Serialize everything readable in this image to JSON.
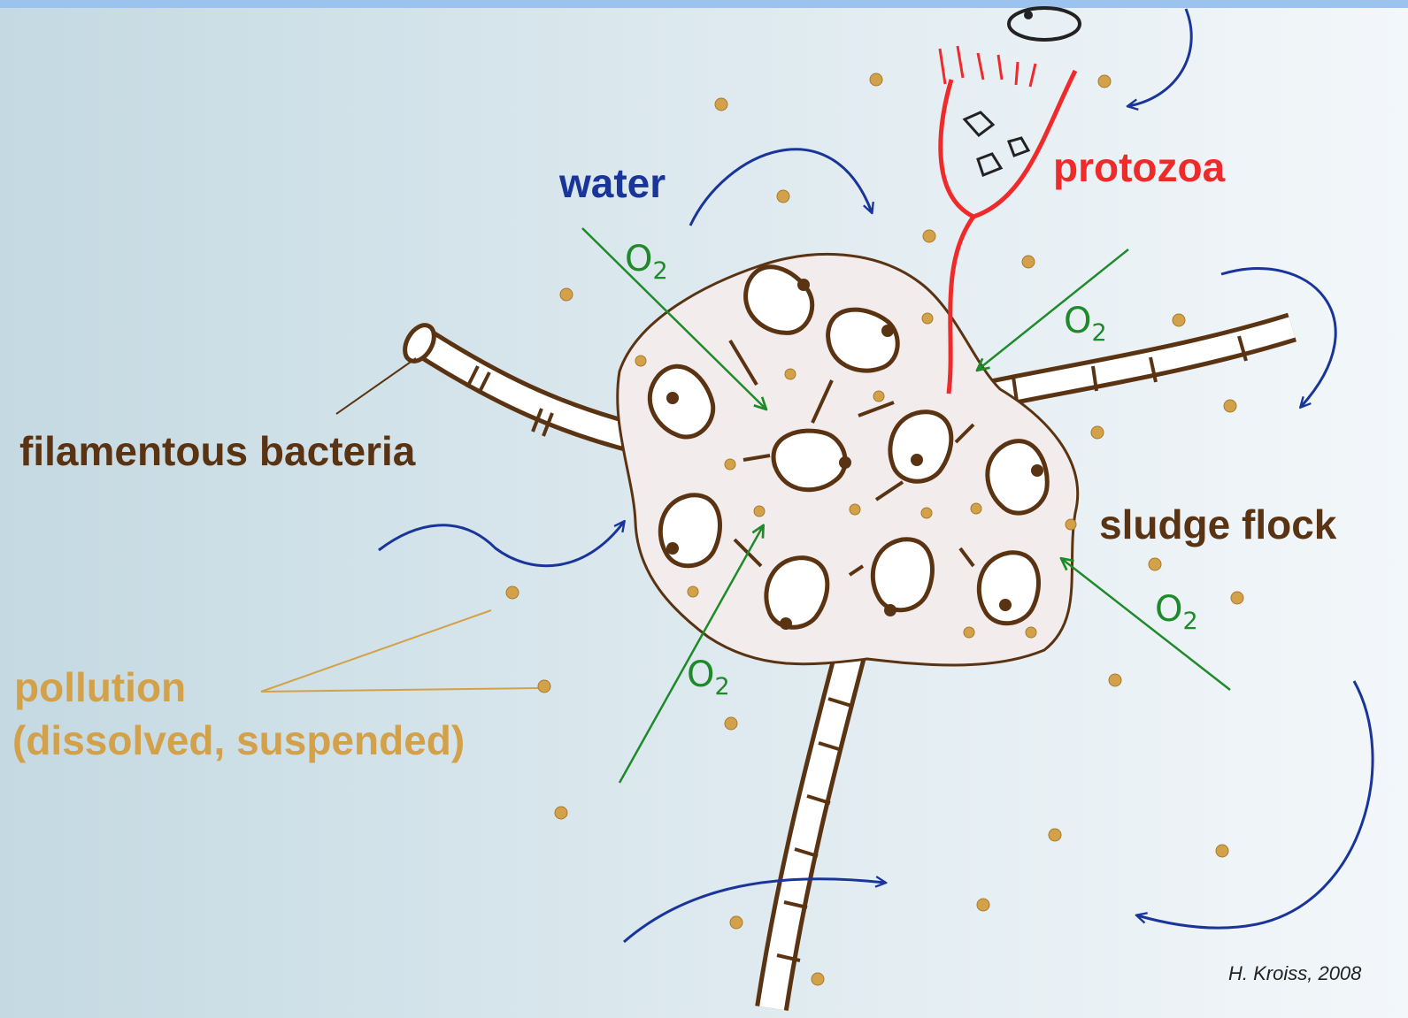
{
  "labels": {
    "water": "water",
    "protozoa": "protozoa",
    "filamentous_bacteria": "filamentous bacteria",
    "sludge_flock": "sludge flock",
    "pollution_line1": "pollution",
    "pollution_line2": "(dissolved, suspended)",
    "credit": "H. Kroiss, 2008"
  },
  "oxygen": {
    "symbol": "O",
    "subscript": "2"
  },
  "colors": {
    "water": "#1a3599",
    "protozoa": "#ee2a2a",
    "bacteria": "#5a3312",
    "pollution": "#d3a14a",
    "oxygen": "#1f8a2a",
    "flock_outline": "#6b3f14",
    "top_bar": "#9cc3ee"
  }
}
